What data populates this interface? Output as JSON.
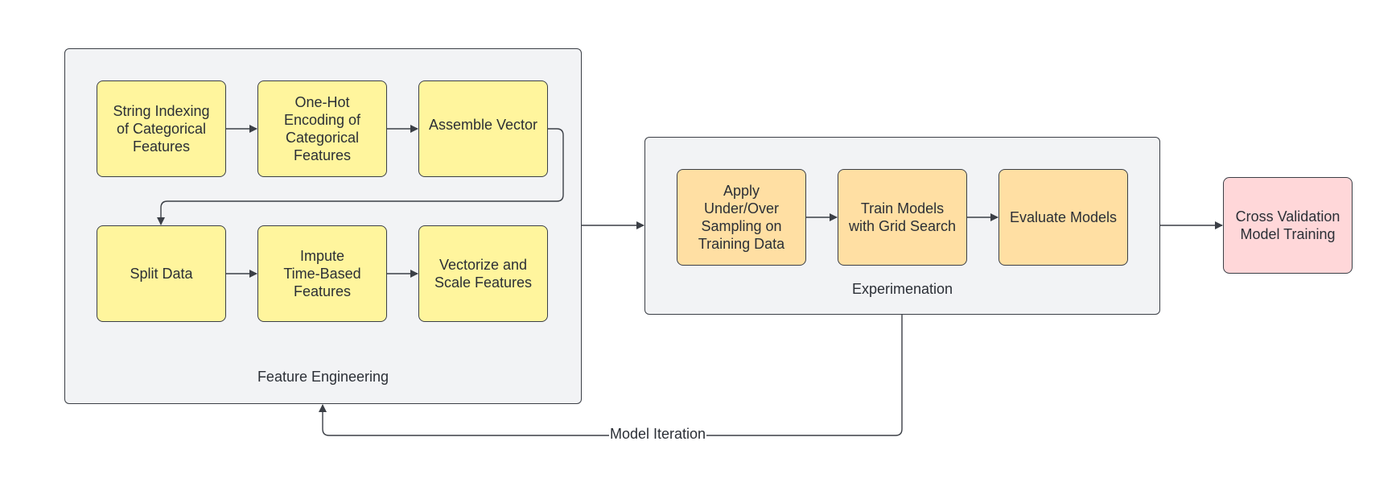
{
  "groups": {
    "feature_engineering": {
      "label": "Feature Engineering"
    },
    "experimentation": {
      "label": "Experimenation"
    }
  },
  "nodes": {
    "string_indexing": "String Indexing\nof Categorical\nFeatures",
    "one_hot": "One-Hot\nEncoding of\nCategorical\nFeatures",
    "assemble_vector": "Assemble Vector",
    "split_data": "Split Data",
    "impute": "Impute\nTime-Based\nFeatures",
    "vectorize_scale": "Vectorize and\nScale Features",
    "sampling": "Apply\nUnder/Over\nSampling on\nTraining Data",
    "train_models": "Train Models\nwith Grid Search",
    "evaluate_models": "Evaluate Models",
    "cross_validation": "Cross Validation\nModel Training"
  },
  "edges": {
    "model_iteration": "Model Iteration"
  },
  "colors": {
    "feature_node": "#fff59d",
    "experiment_node": "#ffdfa3",
    "final_node": "#ffd7d9",
    "group_fill": "#f2f3f5",
    "stroke": "#3b3f46"
  }
}
